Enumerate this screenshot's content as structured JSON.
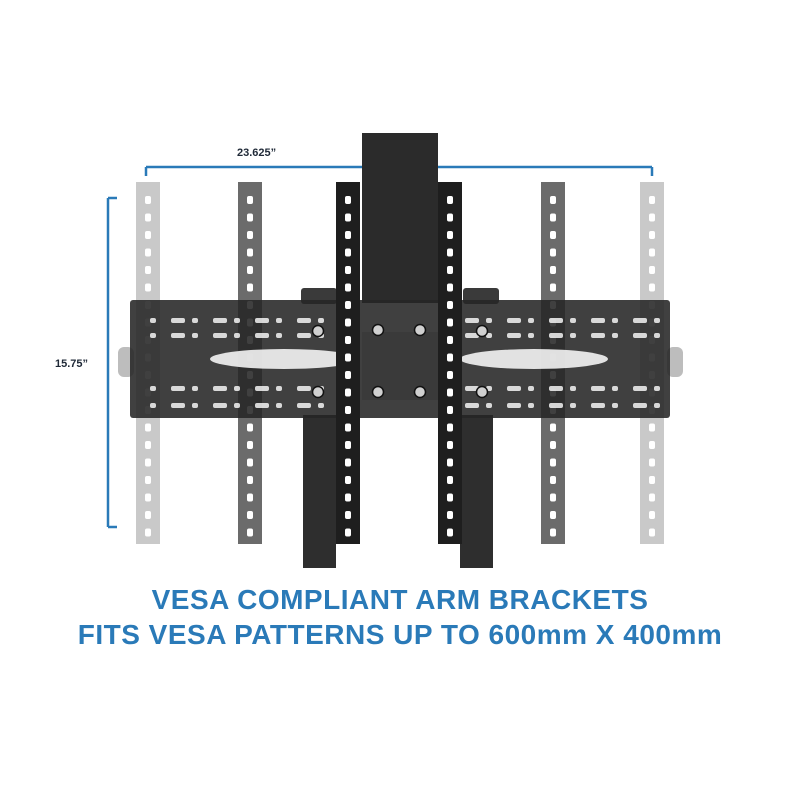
{
  "dimensions": {
    "width_label": "23.625”",
    "height_label": "15.75”",
    "line_color": "#2a7ab8"
  },
  "caption": {
    "line1": "VESA COMPLIANT ARM BRACKETS",
    "line2": "FITS VESA PATTERNS UP TO 600mm X 400mm",
    "color": "#2a7ab8"
  },
  "illustration": {
    "subject": "tv-mount-bracket-assembly",
    "arm_positions": [
      "outer",
      "middle",
      "inner"
    ],
    "arm_shades": [
      "#c9c9c9",
      "#6b6b6b",
      "#1e1e1e"
    ]
  }
}
